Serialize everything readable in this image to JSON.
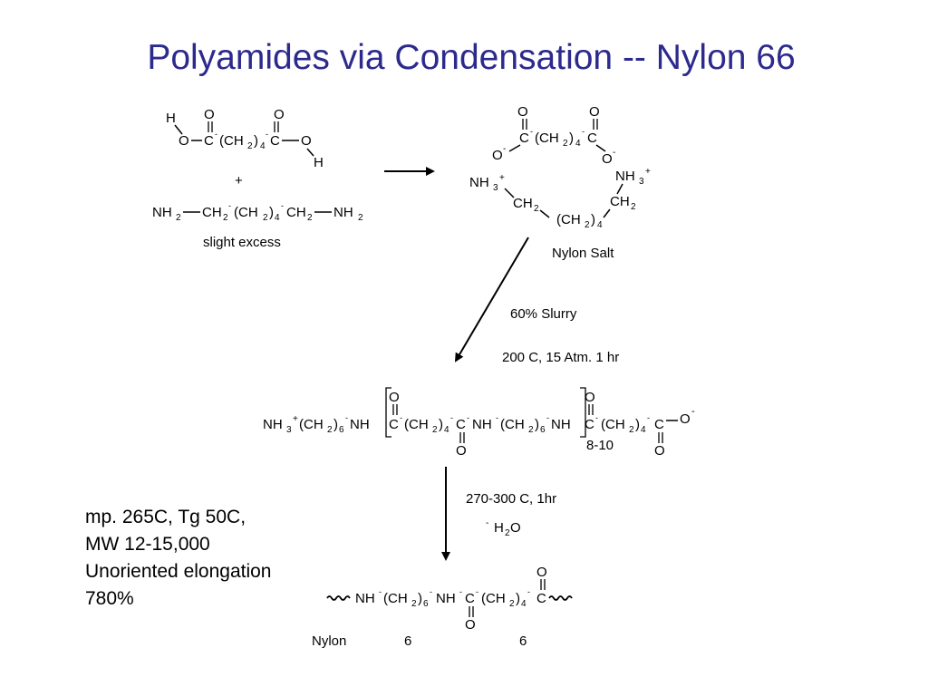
{
  "slide": {
    "title": "Polyamides via Condensation -- Nylon 66"
  },
  "reactants": {
    "acid_h_left": "H",
    "acid_o1": "O",
    "acid_c1": "C",
    "acid_chain": "(CH",
    "acid_sub2": "2",
    "acid_close": ")",
    "acid_sub4": "4",
    "acid_c2": "C",
    "acid_o2": "O",
    "acid_h_right": "H",
    "acid_carbonyl_o1": "O",
    "acid_carbonyl_o2": "O",
    "plus": "+",
    "amine_nh2_left": "NH",
    "amine_ch2_left": "CH",
    "amine_chain": "(CH",
    "amine_ch2_right": "CH",
    "amine_nh2_right": "NH",
    "amine_note": "slight excess"
  },
  "salt": {
    "carbonyl_o1": "O",
    "carbonyl_o2": "O",
    "c1": "C",
    "chain": "(CH",
    "c2": "C",
    "o_minus_left": "O",
    "o_minus_right": "O",
    "nh3_left": "NH",
    "nh3_right": "NH",
    "ch2_left": "CH",
    "ch2_right": "CH",
    "bottom_chain": "(CH",
    "label": "Nylon Salt"
  },
  "conditions_1": {
    "slurry": "60% Slurry",
    "temp": "200 C, 15 Atm. 1 hr"
  },
  "prepolymer": {
    "end_group": "NH",
    "repeat_count": "8-10",
    "o_minus": "O",
    "o_top_1": "O",
    "o_top_2": "O",
    "o_bottom_1": "O",
    "o_bottom_2": "O"
  },
  "conditions_2": {
    "temp": "270-300 C, 1hr",
    "water": "H"
  },
  "polymer": {
    "o_top": "O",
    "o_bottom": "O",
    "name": "Nylon",
    "num1": "6",
    "num2": "6"
  },
  "properties": {
    "line1": "mp.  265C,  Tg 50C,",
    "line2": "MW 12-15,000",
    "line3": "Unoriented elongation",
    "line4": "780%"
  }
}
